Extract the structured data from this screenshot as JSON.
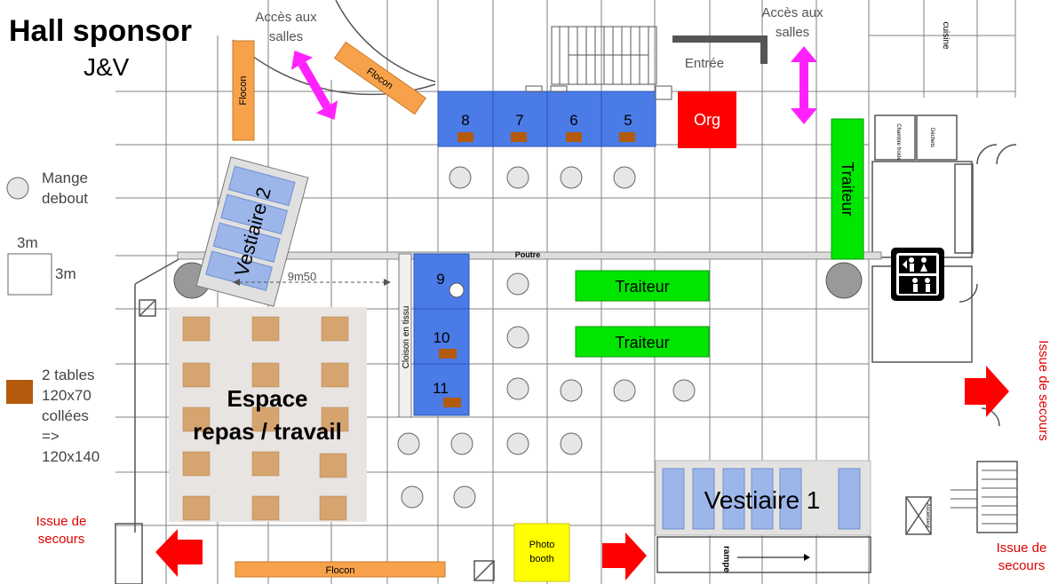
{
  "title": "Hall sponsor",
  "subtitle": "J&V",
  "legend": {
    "mange_debout": [
      "Mange",
      "debout"
    ],
    "grid_width": "3m",
    "grid_height": "3m",
    "tables": [
      "2 tables",
      "120x70",
      "collées",
      "=>",
      "120x140"
    ]
  },
  "labels": {
    "acces_salles_left": [
      "Accès aux",
      "salles"
    ],
    "acces_salles_right": [
      "Accès aux",
      "salles"
    ],
    "entree": "Entrée",
    "cuisine": "cuisine",
    "chambre_froide": "Chambre froide",
    "dechets": "Déchets",
    "poutre": "Poutre",
    "distance": "9m50",
    "cloison": "Cloison en tissu",
    "rampe": "rampe",
    "ascenseur": "Ascenseur",
    "espace_repas": [
      "Espace",
      "repas / travail"
    ],
    "issue_left": [
      "Issue de",
      "secours"
    ],
    "issue_bottom_right": [
      "Issue de",
      "secours"
    ],
    "issue_right": "Issue de secours"
  },
  "booths": [
    {
      "number": "8"
    },
    {
      "number": "7"
    },
    {
      "number": "6"
    },
    {
      "number": "5"
    },
    {
      "number": "9"
    },
    {
      "number": "10"
    },
    {
      "number": "11"
    }
  ],
  "org": "Org",
  "traiteur_top": "Traiteur",
  "traiteur_middle": "Traiteur",
  "traiteur_lower": "Traiteur",
  "vestiaire_1": "Vestiaire 1",
  "vestiaire_2": "Vestiaire 2",
  "flocon_left": "Flocon",
  "flocon_diag": "Flocon",
  "flocon_bottom": "Flocon",
  "photo_booth": [
    "Photo",
    "booth"
  ],
  "colors": {
    "booth": "#4a7be6",
    "org": "#ff0000",
    "traiteur": "#00e600",
    "flocon": "#f7a24a",
    "vestiaire": "#9db6ea",
    "table": "#d6a46e",
    "small_table": "#b35a0d",
    "photo_booth": "#ffff00",
    "access_arrow": "#ff22ff",
    "exit_arrow": "#ff0000",
    "espace": "#e8e4e2"
  }
}
